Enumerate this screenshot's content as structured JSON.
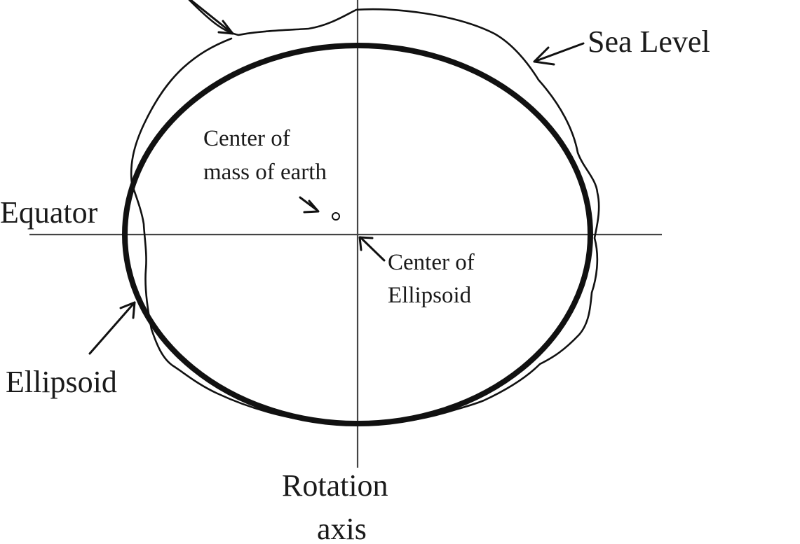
{
  "labels": {
    "sea_level": "Sea Level",
    "equator": "Equator",
    "center_of_mass_line1": "Center of",
    "center_of_mass_line2": "mass of earth",
    "center_of_ellipsoid_line1": "Center of",
    "center_of_ellipsoid_line2": "Ellipsoid",
    "ellipsoid": "Ellipsoid",
    "rotation_axis_line1": "Rotation",
    "rotation_axis_line2": "axis"
  },
  "colors": {
    "background": "#ffffff",
    "ink": "#111111"
  }
}
